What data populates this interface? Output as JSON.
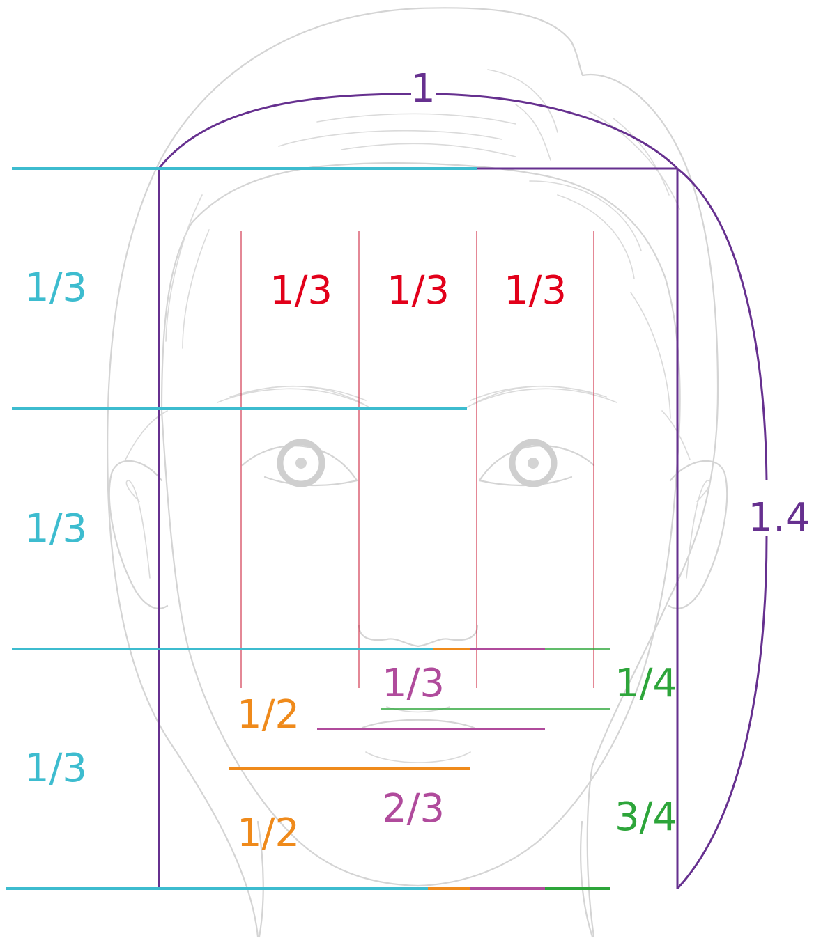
{
  "colors": {
    "cyan": "#3dbccf",
    "purple": "#66308f",
    "red": "#e2001a",
    "orange": "#ef8a1b",
    "magenta": "#b04b9c",
    "green": "#2da53a",
    "sketch": "#d4d4d4"
  },
  "vertical_thirds": [
    "1/3",
    "1/3",
    "1/3"
  ],
  "horizontal_thirds": [
    "1/3",
    "1/3",
    "1/3"
  ],
  "width_label": "1",
  "height_label": "1.4",
  "lower_face": {
    "halves": [
      "1/2",
      "1/2"
    ],
    "thirds": [
      "1/3",
      "2/3"
    ],
    "quarters": [
      "1/4",
      "3/4"
    ]
  }
}
